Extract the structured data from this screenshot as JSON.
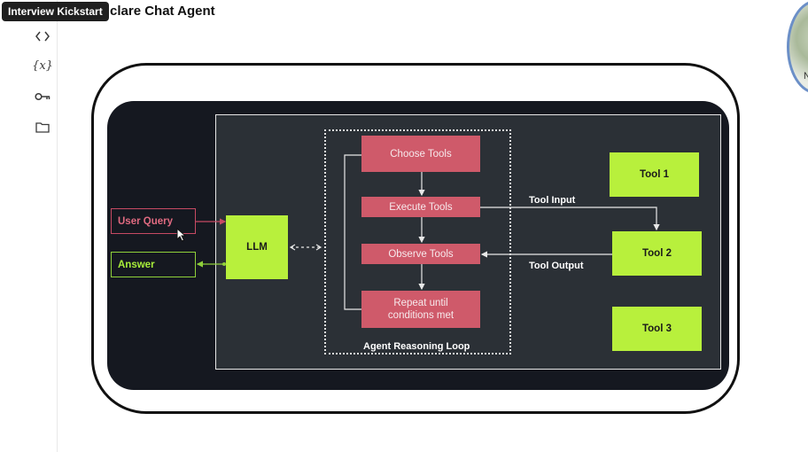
{
  "tooltip": {
    "text": "Interview Kickstart"
  },
  "page": {
    "title": "clare Chat Agent"
  },
  "rail": {
    "icons": [
      {
        "name": "code-icon",
        "glyph": "<>"
      },
      {
        "name": "variables-icon",
        "glyph": "{x}"
      },
      {
        "name": "key-icon",
        "glyph": "key"
      },
      {
        "name": "folder-icon",
        "glyph": "folder"
      }
    ]
  },
  "avatar": {
    "initial": "N"
  },
  "diagram": {
    "user_query": "User Query",
    "answer": "Answer",
    "llm": "LLM",
    "steps": {
      "choose": "Choose Tools",
      "execute": "Execute Tools",
      "observe": "Observe Tools",
      "repeat_line1": "Repeat until",
      "repeat_line2": "conditions met"
    },
    "loop_label": "Agent Reasoning Loop",
    "tools": [
      "Tool 1",
      "Tool 2",
      "Tool 3"
    ],
    "tool_input_label": "Tool Input",
    "tool_output_label": "Tool Output"
  },
  "colors": {
    "step_fill": "#cf5a6a",
    "tool_fill": "#b8f03c",
    "user_query_border": "#c74a63",
    "answer_border": "#8fd03a",
    "slide_bg": "#151820",
    "panel_bg": "#2b3036"
  }
}
